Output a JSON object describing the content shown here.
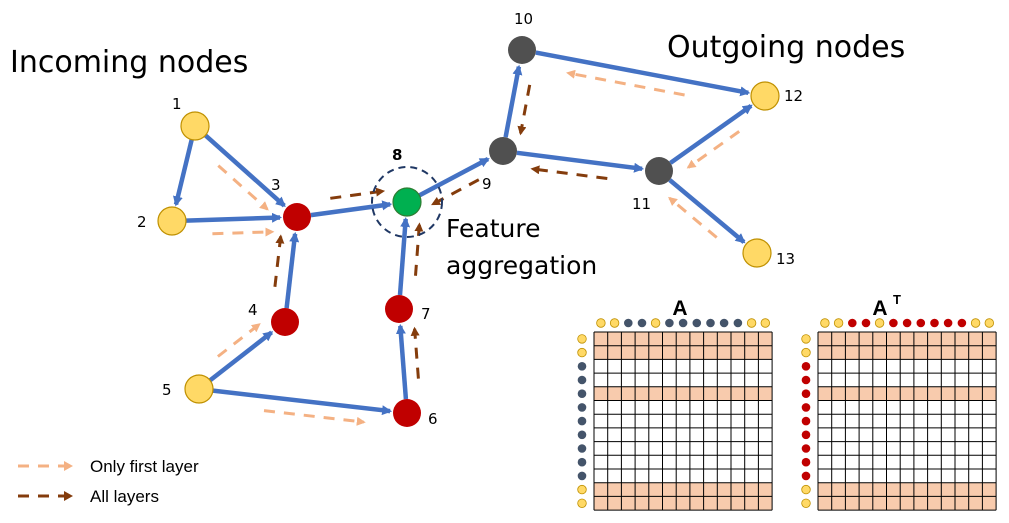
{
  "titles": {
    "incoming": "Incoming nodes",
    "outgoing": "Outgoing nodes",
    "annotation_line1": "Feature",
    "annotation_line2": "aggregation"
  },
  "colors": {
    "edge": "#4472C4",
    "first_layer": "#F4B183",
    "all_layers": "#843C0C",
    "incoming_node": "#FFD966",
    "incoming_stroke": "#BF9000",
    "mid_node_in": "#C00000",
    "target_node": "#00B050",
    "out_node": "#505050",
    "focus_ring": "#203864",
    "shaded_row": "#F8CBAD",
    "grid_line": "#000000"
  },
  "graph": {
    "nodes": [
      {
        "id": "1",
        "type": "incoming"
      },
      {
        "id": "2",
        "type": "incoming"
      },
      {
        "id": "3",
        "type": "intermediate-in"
      },
      {
        "id": "4",
        "type": "intermediate-in"
      },
      {
        "id": "5",
        "type": "incoming"
      },
      {
        "id": "6",
        "type": "intermediate-in"
      },
      {
        "id": "7",
        "type": "intermediate-in"
      },
      {
        "id": "8",
        "type": "target"
      },
      {
        "id": "9",
        "type": "intermediate-out"
      },
      {
        "id": "10",
        "type": "intermediate-out"
      },
      {
        "id": "11",
        "type": "intermediate-out"
      },
      {
        "id": "12",
        "type": "outgoing"
      },
      {
        "id": "13",
        "type": "outgoing"
      }
    ],
    "edges": [
      {
        "from": "1",
        "to": "2"
      },
      {
        "from": "1",
        "to": "3"
      },
      {
        "from": "2",
        "to": "3"
      },
      {
        "from": "4",
        "to": "3"
      },
      {
        "from": "5",
        "to": "4"
      },
      {
        "from": "5",
        "to": "6"
      },
      {
        "from": "6",
        "to": "7"
      },
      {
        "from": "7",
        "to": "8"
      },
      {
        "from": "3",
        "to": "8"
      },
      {
        "from": "8",
        "to": "9"
      },
      {
        "from": "9",
        "to": "10"
      },
      {
        "from": "9",
        "to": "11"
      },
      {
        "from": "10",
        "to": "12"
      },
      {
        "from": "11",
        "to": "12"
      },
      {
        "from": "11",
        "to": "13"
      }
    ],
    "messages": [
      {
        "along": "1-3",
        "layer": "first"
      },
      {
        "along": "2-3",
        "layer": "first"
      },
      {
        "along": "5-4",
        "layer": "first"
      },
      {
        "along": "5-6",
        "layer": "first"
      },
      {
        "along": "4-3",
        "layer": "all"
      },
      {
        "along": "6-7",
        "layer": "all"
      },
      {
        "along": "3-8",
        "layer": "all"
      },
      {
        "along": "7-8",
        "layer": "all"
      },
      {
        "along": "9-8",
        "layer": "all"
      },
      {
        "along": "10-9",
        "layer": "all"
      },
      {
        "along": "11-9",
        "layer": "all"
      },
      {
        "along": "12-10",
        "layer": "first"
      },
      {
        "along": "12-11",
        "layer": "first"
      },
      {
        "along": "13-11",
        "layer": "first"
      }
    ]
  },
  "legend": [
    {
      "label": "Only first layer",
      "style": "first"
    },
    {
      "label": "All layers",
      "style": "all"
    }
  ],
  "matrices": [
    {
      "title": "A",
      "superscript": "",
      "header_dots": [
        "Y",
        "Y",
        "D",
        "D",
        "Y",
        "D",
        "D",
        "D",
        "D",
        "D",
        "D",
        "Y",
        "Y"
      ],
      "row_dots": [
        "Y",
        "Y",
        "D",
        "D",
        "D",
        "D",
        "D",
        "D",
        "D",
        "D",
        "D",
        "Y",
        "Y"
      ],
      "shaded_rows": [
        0,
        1,
        4,
        11,
        12
      ],
      "dark_dot_color": "#44546A"
    },
    {
      "title": "A",
      "superscript": "T",
      "header_dots": [
        "Y",
        "Y",
        "R",
        "R",
        "Y",
        "R",
        "R",
        "R",
        "R",
        "R",
        "R",
        "Y",
        "Y"
      ],
      "row_dots": [
        "Y",
        "Y",
        "R",
        "R",
        "R",
        "R",
        "R",
        "R",
        "R",
        "R",
        "R",
        "Y",
        "Y"
      ],
      "shaded_rows": [
        0,
        1,
        4,
        11,
        12
      ],
      "dark_dot_color": "#C00000"
    }
  ]
}
